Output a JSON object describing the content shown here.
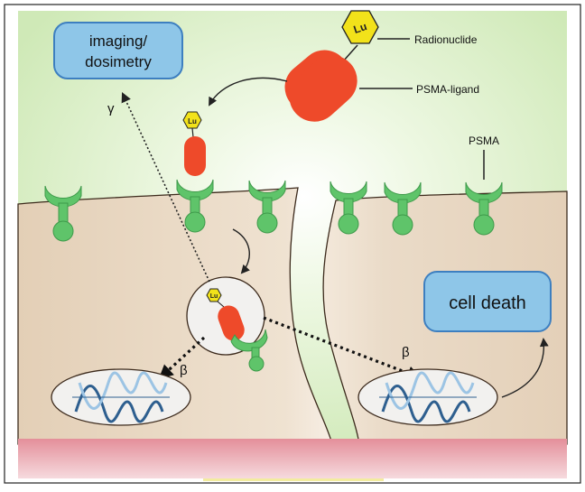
{
  "boxes": {
    "imaging": [
      "imaging/",
      "dosimetry"
    ],
    "cell_death": "cell death"
  },
  "labels": {
    "radionuclide": "Radionuclide",
    "psma_ligand": "PSMA-ligand",
    "psma": "PSMA",
    "lu": "Lu",
    "gamma": "γ",
    "beta": "β"
  },
  "colors": {
    "extracellular": "#d9efc4",
    "cell": "#e9d8c3",
    "ligand": "#ee4a2a",
    "radionuclide": "#f2e21a",
    "receptor": "#5fc46a",
    "box_fill": "#8ec6e8",
    "box_stroke": "#3d7fc0",
    "blood": "#e9a3ab"
  }
}
